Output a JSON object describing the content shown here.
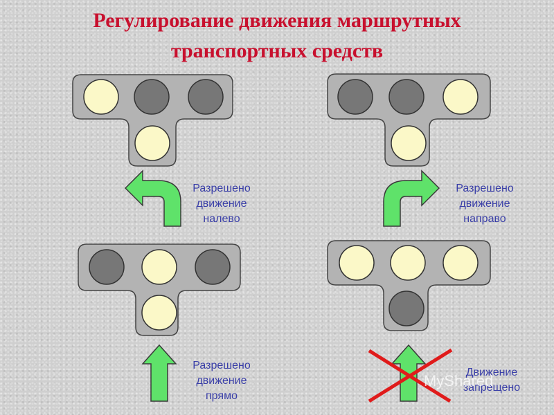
{
  "title": {
    "line1": "Регулирование движения маршрутных",
    "line2": "транспортных средств"
  },
  "colors": {
    "housing": "#b3b3b3",
    "lamp_on": "#fbf8c8",
    "lamp_off": "#777777",
    "arrow": "#5fe26a",
    "cross": "#e01b1b",
    "title": "#c8102e",
    "caption": "#3a3fa8"
  },
  "signals": [
    {
      "id": "left",
      "lamps": {
        "left": "on",
        "middle": "off",
        "right": "off",
        "bottom": "on"
      },
      "arrow": "turn-left-arrow",
      "crossed": false
    },
    {
      "id": "right",
      "lamps": {
        "left": "off",
        "middle": "off",
        "right": "on",
        "bottom": "on"
      },
      "arrow": "turn-right-arrow",
      "crossed": false
    },
    {
      "id": "straight",
      "lamps": {
        "left": "off",
        "middle": "on",
        "right": "off",
        "bottom": "on"
      },
      "arrow": "straight-arrow",
      "crossed": false
    },
    {
      "id": "stop",
      "lamps": {
        "left": "on",
        "middle": "on",
        "right": "on",
        "bottom": "off"
      },
      "arrow": "straight-arrow",
      "crossed": true
    }
  ],
  "captions": {
    "left": {
      "line1": "Разрешено",
      "line2": "движение",
      "line3": "налево"
    },
    "right": {
      "line1": "Разрешено",
      "line2": "движение",
      "line3": "направо"
    },
    "straight": {
      "line1": "Разрешено",
      "line2": "движение",
      "line3": "прямо"
    },
    "stop": {
      "line1": "Движение",
      "line2": "запрещено"
    }
  },
  "watermark": "MyShared"
}
